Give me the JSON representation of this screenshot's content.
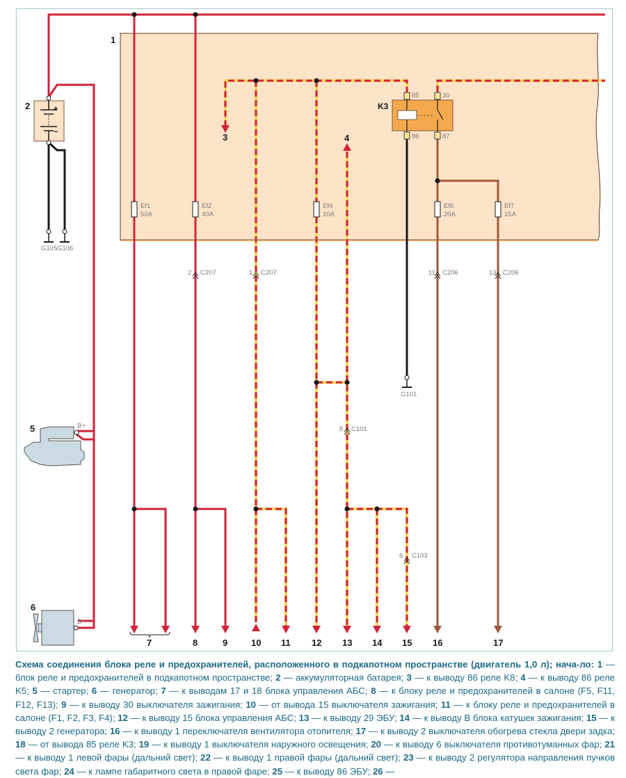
{
  "diagram": {
    "components": {
      "relay_fuse_block": {
        "label": "1"
      },
      "battery": {
        "label": "2",
        "plus": "+",
        "minus": "−"
      },
      "starter": {
        "label": "5",
        "terminal": "B+"
      },
      "generator": {
        "label": "6",
        "terminal": "B+"
      },
      "relay_k3": {
        "label": "K3",
        "pins": {
          "p85": "85",
          "p30": "30",
          "p86": "86",
          "p87": "87"
        }
      }
    },
    "fuses": [
      {
        "id": "Ef1",
        "rating": "50A"
      },
      {
        "id": "Ef2",
        "rating": "40A"
      },
      {
        "id": "Ef4",
        "rating": "10A"
      },
      {
        "id": "Ef6",
        "rating": "20A"
      },
      {
        "id": "Ef7",
        "rating": "15A"
      }
    ],
    "connectors": [
      {
        "pin": "2",
        "name": "C207"
      },
      {
        "pin": "1",
        "name": "C207"
      },
      {
        "pin": "11",
        "name": "C206"
      },
      {
        "pin": "13",
        "name": "C206"
      },
      {
        "pin": "8",
        "name": "C101"
      },
      {
        "pin": "6",
        "name": "C103"
      }
    ],
    "grounds": [
      "G105",
      "G106",
      "G101"
    ],
    "inner_refs": [
      "3",
      "4"
    ],
    "outputs": [
      "7",
      "8",
      "9",
      "10",
      "11",
      "12",
      "13",
      "14",
      "15",
      "16",
      "17"
    ],
    "colors": {
      "red_wire": "#d0233a",
      "yellow_stripe": "#f7d85a",
      "brown_wire": "#9c5a3a",
      "black_wire": "#1a1a1a",
      "block_fill": "#fde3c8",
      "relay_fill": "#f4a94e",
      "device_fill": "#ccdbe3",
      "caption_text": "#1d6a86"
    }
  },
  "caption": {
    "title": "Схема соединения блока реле и предохранителей, расположенного в подкапотном пространстве (двигатель 1,0 л); нача-ло:",
    "items": [
      {
        "n": "1",
        "text": "блок реле и предохранителей в подкапотном пространстве;"
      },
      {
        "n": "2",
        "text": "аккумуляторная батарея;"
      },
      {
        "n": "3",
        "text": "к выводу 86 реле K8;"
      },
      {
        "n": "4",
        "text": "к выводу 86 реле K5;"
      },
      {
        "n": "5",
        "text": "стартер;"
      },
      {
        "n": "6",
        "text": "генератор;"
      },
      {
        "n": "7",
        "text": "к выводам 17 и 18 блока управления АБС;"
      },
      {
        "n": "8",
        "text": "к блоку реле и предохранителей в салоне (F5, F11, F12, F13);"
      },
      {
        "n": "9",
        "text": "к выводу 30 выключателя зажигания;"
      },
      {
        "n": "10",
        "text": "от вывода 15 выключателя зажигания;"
      },
      {
        "n": "11",
        "text": "к блоку реле и предохранителей в салоне (F1, F2, F3, F4);"
      },
      {
        "n": "12",
        "text": "к выводу 15 блока управления АБС;"
      },
      {
        "n": "13",
        "text": "к выводу 29 ЭБУ;"
      },
      {
        "n": "14",
        "text": "к выводу B блока катушек зажигания;"
      },
      {
        "n": "15",
        "text": "к выводу 2 генератора;"
      },
      {
        "n": "16",
        "text": "к выводу 1 переключателя вентилятора отопителя;"
      },
      {
        "n": "17",
        "text": "к выводу 2 выключателя обогрева стекла двери задка;"
      },
      {
        "n": "18",
        "text": "от вывода 85 реле K3;"
      },
      {
        "n": "19",
        "text": "к выводу 1 выключателя наружного освещения;"
      },
      {
        "n": "20",
        "text": "к выводу 6 выключателя противотуманных фар;"
      },
      {
        "n": "21",
        "text": "к выводу 1 левой фары (дальний свет);"
      },
      {
        "n": "22",
        "text": "к выводу 1 правой фары (дальний свет);"
      },
      {
        "n": "23",
        "text": "к выводу 2 регулятора направления пучков света фар;"
      },
      {
        "n": "24",
        "text": "к лампе габаритного света в правой фаре;"
      },
      {
        "n": "25",
        "text": "к выводу 86 ЭБУ;"
      },
      {
        "n": "26",
        "text": ""
      }
    ]
  }
}
